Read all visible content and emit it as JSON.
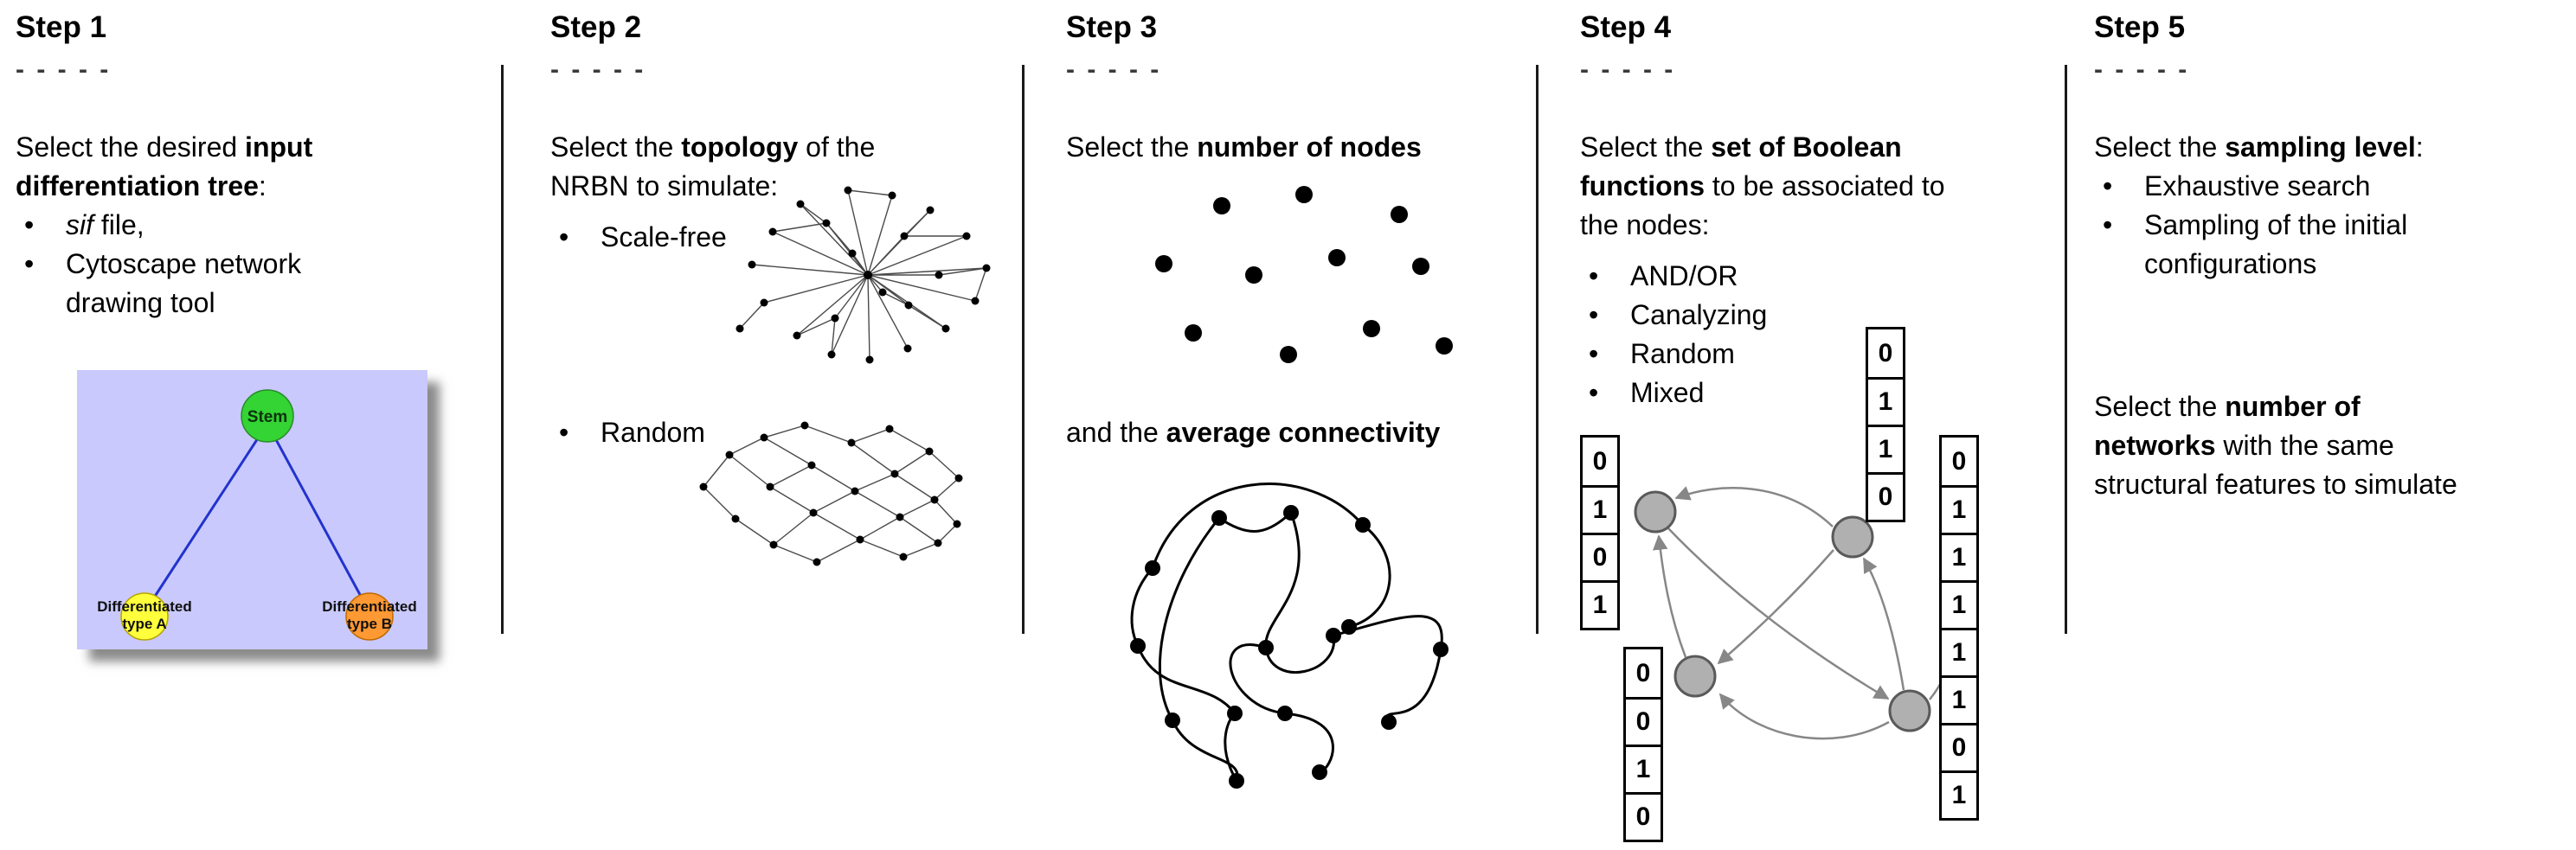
{
  "ui": {
    "bullet": "•"
  },
  "step1": {
    "title": "Step 1",
    "dashes": "- - - - -",
    "intro": {
      "l1_pre": "Select the desired ",
      "l1_bold": "input",
      "l2_bold": "differentiation tree",
      "l2_post": ":"
    },
    "bullets": {
      "b1_italic": "sif",
      "b1_rest": " file,",
      "b2_l1": "Cytoscape network",
      "b2_l2": "drawing tool"
    },
    "tree": {
      "root_label": "Stem",
      "left_label_line1": "Differentiated",
      "left_label_line2": "type A",
      "right_label_line1": "Differentiated",
      "right_label_line2": "type B",
      "colors": {
        "background": "#c9c9fd",
        "root": "#33d433",
        "left": "#ffff3b",
        "right": "#ff9933",
        "edge": "#2233cc"
      }
    }
  },
  "step2": {
    "title": "Step 2",
    "dashes": "- - - - -",
    "intro": {
      "l1_pre": "Select the ",
      "l1_bold": "topology",
      "l1_post": " of the",
      "l2": "NRBN to simulate:"
    },
    "bullet1": "Scale-free",
    "bullet2": "Random"
  },
  "step3": {
    "title": "Step 3",
    "dashes": "- - - - -",
    "line1_pre": "Select the ",
    "line1_bold": "number of nodes",
    "line2_pre": "and the ",
    "line2_bold": "average connectivity"
  },
  "step4": {
    "title": "Step 4",
    "dashes": "- - - - -",
    "intro": {
      "l1_pre": "Select the ",
      "l1_bold": "set of Boolean",
      "l2_bold": "functions",
      "l2_post": " to be associated to",
      "l3": "the nodes:"
    },
    "bullets": [
      "AND/OR",
      "Canalyzing",
      "Random",
      "Mixed"
    ],
    "tables": {
      "left": [
        "0",
        "1",
        "0",
        "1"
      ],
      "top": [
        "0",
        "1",
        "1",
        "0"
      ],
      "bottom": [
        "0",
        "0",
        "1",
        "0"
      ],
      "right": [
        "0",
        "1",
        "1",
        "1",
        "1",
        "1",
        "0",
        "1"
      ]
    }
  },
  "step5": {
    "title": "Step 5",
    "dashes": "- - - - -",
    "intro": {
      "pre": "Select the ",
      "bold": "sampling level",
      "post": ":"
    },
    "bullet1": "Exhaustive search",
    "bullet2_l1": "Sampling of the initial",
    "bullet2_l2": "configurations",
    "second": {
      "l1_pre": "Select the ",
      "l1_bold": "number of",
      "l2_bold": "networks",
      "l2_rest": " with the same",
      "l3": "structural features to simulate"
    }
  }
}
